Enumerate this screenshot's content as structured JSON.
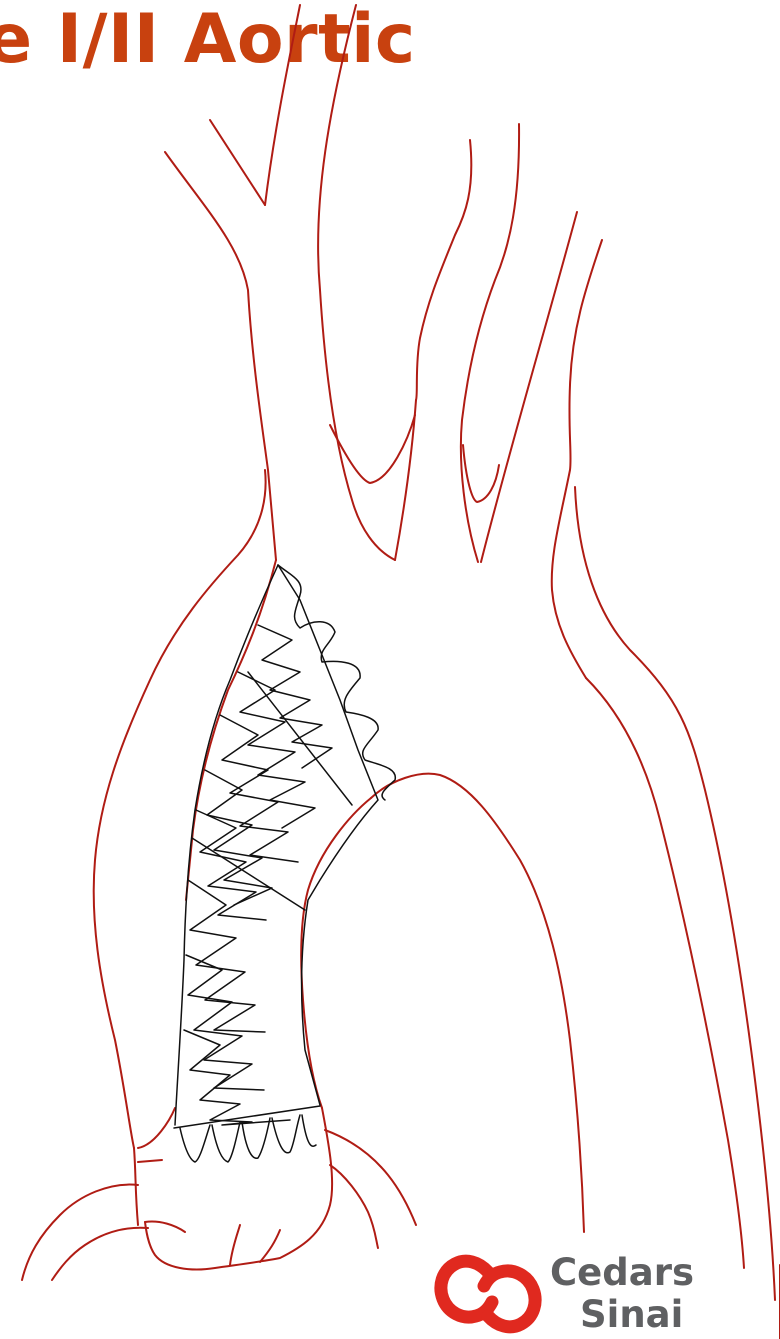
{
  "slide": {
    "title": "e I/II Aortic"
  },
  "logo": {
    "line1": "Cedars",
    "line2": "Sinai",
    "mark_color": "#e0291f",
    "text_color": "#5f6062"
  },
  "colors": {
    "title": "#c8410f",
    "vessel_outline": "#b01c14",
    "stent_graft": "#111111",
    "background": "#ffffff"
  }
}
